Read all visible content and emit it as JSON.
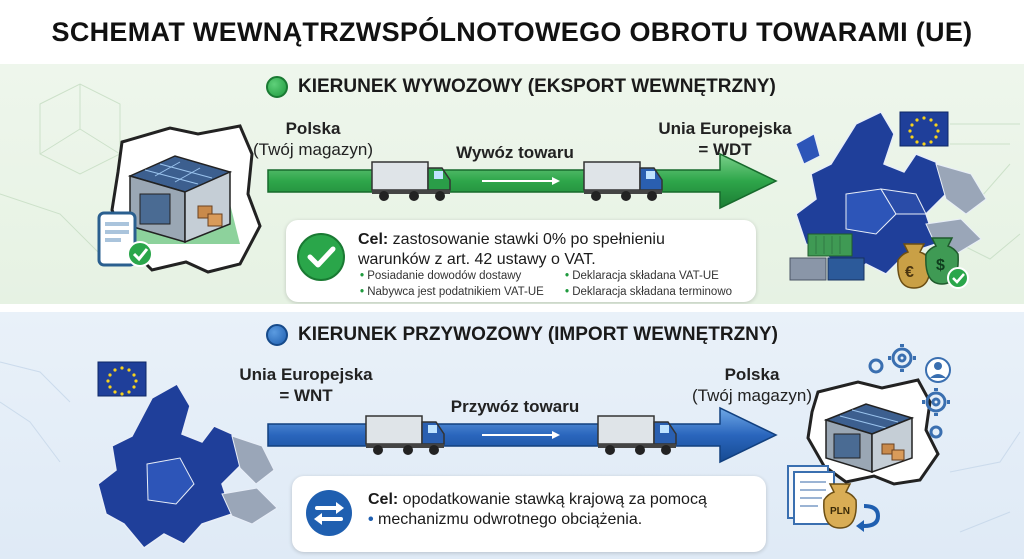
{
  "title": "SCHEMAT WEWNĄTRZWSPÓLNOTOWEGO OBROTU TOWARAMI (UE)",
  "export": {
    "heading": "KIERUNEK WYWOZOWY (EKSPORT WEWNĘTRZNY)",
    "origin_name": "Polska",
    "origin_sub": "(Twój magazyn)",
    "flow_label": "Wywóz towaru",
    "destination_name": "Unia Europejska",
    "destination_sub": "= WDT",
    "goal_label": "Cel:",
    "goal_text_1": " zastosowanie stawki 0% po spełnieniu",
    "goal_text_2": "warunków z art. 42 ustawy o VAT.",
    "bullets": [
      "Posiadanie dowodów dostawy",
      "Deklaracja składana VAT-UE",
      "Nabywca jest podatnikiem VAT-UE",
      "Deklaracja składana terminowo"
    ],
    "accent": "#1f9a3e",
    "euro_symbol": "€",
    "dollar_symbol": "$"
  },
  "import": {
    "heading": "KIERUNEK PRZYWOZOWY (IMPORT WEWNĘTRZNY)",
    "origin_name": "Unia Europejska",
    "origin_sub": "= WNT",
    "flow_label": "Przywóz towaru",
    "destination_name": "Polska",
    "destination_sub": "(Twój magazyn)",
    "goal_label": "Cel:",
    "goal_text_1": " opodatkowanie stawką krajową za pomocą",
    "goal_text_2": "mechanizmu odwrotnego obciążenia.",
    "accent": "#1f5fb0",
    "currency_bag": "PLN"
  }
}
